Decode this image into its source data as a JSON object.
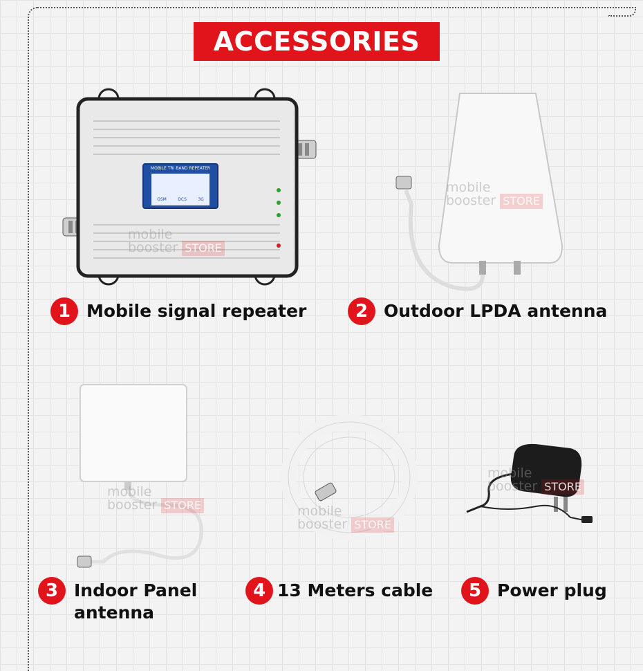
{
  "title": "ACCESSORIES",
  "watermark": {
    "line1": "mobile",
    "line2": "booster",
    "store": "STORE"
  },
  "repeater_screen": {
    "title": "MOBILE TRI BAND REPEATER",
    "bands": [
      "GSM",
      "DCS",
      "3G"
    ]
  },
  "items": [
    {
      "number": "1",
      "label": "Mobile signal repeater"
    },
    {
      "number": "2",
      "label": "Outdoor LPDA antenna"
    },
    {
      "number": "3",
      "label": "Indoor Panel antenna",
      "line1": "Indoor Panel",
      "line2": "antenna"
    },
    {
      "number": "4",
      "label": "13 Meters cable"
    },
    {
      "number": "5",
      "label": "Power plug"
    }
  ],
  "colors": {
    "accent": "#e1141b",
    "background": "#f3f3f3"
  }
}
